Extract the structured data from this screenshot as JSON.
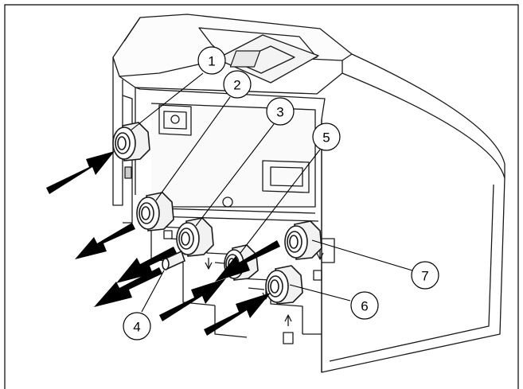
{
  "diagram": {
    "callouts": [
      {
        "id": "c1",
        "label": "1"
      },
      {
        "id": "c2",
        "label": "2"
      },
      {
        "id": "c3",
        "label": "3"
      },
      {
        "id": "c4",
        "label": "4"
      },
      {
        "id": "c5",
        "label": "5"
      },
      {
        "id": "c6",
        "label": "6"
      },
      {
        "id": "c7",
        "label": "7"
      }
    ],
    "arrows": [
      {
        "id": "a1",
        "direction": "in"
      },
      {
        "id": "a2",
        "direction": "out"
      },
      {
        "id": "a3",
        "direction": "out"
      },
      {
        "id": "a4",
        "direction": "out"
      },
      {
        "id": "a5",
        "direction": "in"
      },
      {
        "id": "a6",
        "direction": "in"
      },
      {
        "id": "a7",
        "direction": "out"
      }
    ],
    "colors": {
      "line": "#1a1a1a",
      "arrow": "#000000",
      "background": "#ffffff"
    }
  }
}
